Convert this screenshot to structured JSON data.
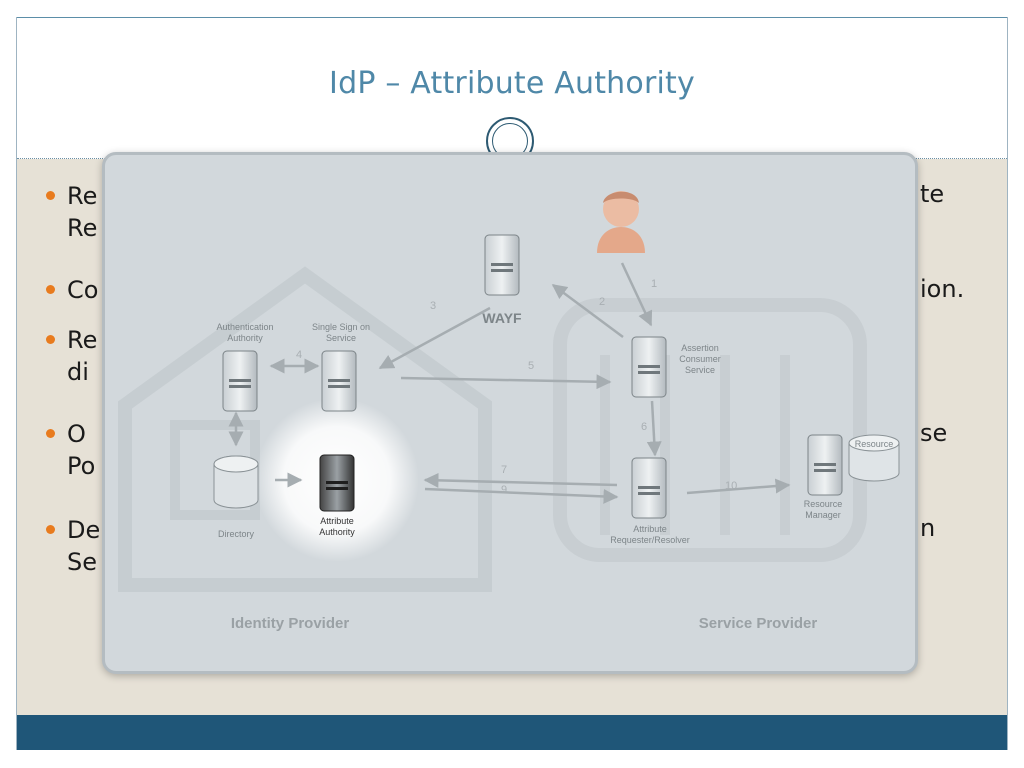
{
  "slide": {
    "title": "IdP – Attribute Authority",
    "bullets": [
      {
        "left": "Re",
        "left2": "Re",
        "right": "te"
      },
      {
        "left": "Co",
        "right": "ion."
      },
      {
        "left": "Re",
        "left2": "di"
      },
      {
        "left": "O",
        "left2": "Po",
        "right": "se"
      },
      {
        "left": "De",
        "left2": "Se",
        "right": "n"
      }
    ]
  },
  "colors": {
    "accent_title": "#4f88a8",
    "bullet_dot": "#e87b1e",
    "footer": "#1f5678",
    "content_bg": "#e6e1d6"
  },
  "diagram": {
    "nodes": {
      "authentication_authority": "Authentication\nAuthority",
      "single_sign_on": "Single Sign on\nService",
      "wayf": "WAYF",
      "assertion_consumer": "Assertion\nConsumer\nService",
      "directory": "Directory",
      "attribute_authority": "Attribute\nAuthority",
      "attribute_requester": "Attribute\nRequester/Resolver",
      "resource_manager": "Resource\nManager",
      "resource": "Resource"
    },
    "step_labels": [
      "1",
      "2",
      "3",
      "4",
      "5",
      "6",
      "7",
      "9",
      "10"
    ],
    "regions": {
      "identity_provider": "Identity Provider",
      "service_provider": "Service Provider"
    }
  }
}
